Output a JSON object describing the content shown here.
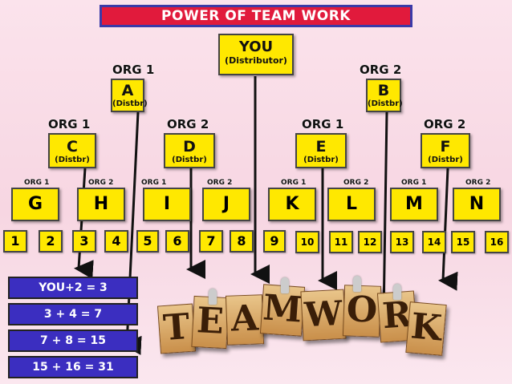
{
  "title": "POWER OF TEAM WORK",
  "top": {
    "label": "YOU",
    "sub": "(Distributor)"
  },
  "level1": [
    {
      "org": "ORG 1",
      "label": "A",
      "sub": "(Distbr)"
    },
    {
      "org": "ORG 2",
      "label": "B",
      "sub": "(Distbr)"
    }
  ],
  "level2": [
    {
      "org": "ORG 1",
      "label": "C",
      "sub": "(Distbr)"
    },
    {
      "org": "ORG 2",
      "label": "D",
      "sub": "(Distbr)"
    },
    {
      "org": "ORG 1",
      "label": "E",
      "sub": "(Distbr)"
    },
    {
      "org": "ORG 2",
      "label": "F",
      "sub": "(Distbr)"
    }
  ],
  "level3": [
    {
      "org": "ORG 1",
      "label": "G"
    },
    {
      "org": "ORG 2",
      "label": "H"
    },
    {
      "org": "ORG 1",
      "label": "I"
    },
    {
      "org": "ORG 2",
      "label": "J"
    },
    {
      "org": "ORG 1",
      "label": "K"
    },
    {
      "org": "ORG 2",
      "label": "L"
    },
    {
      "org": "ORG 1",
      "label": "M"
    },
    {
      "org": "ORG 2",
      "label": "N"
    }
  ],
  "numbers": [
    "1",
    "2",
    "3",
    "4",
    "5",
    "6",
    "7",
    "8",
    "9",
    "10",
    "11",
    "12",
    "13",
    "14",
    "15",
    "16"
  ],
  "equations": [
    "YOU+2 = 3",
    "3 + 4 = 7",
    "7 + 8 = 15",
    "15 + 16 = 31"
  ],
  "teamwork_letters": [
    "T",
    "E",
    "A",
    "M",
    "W",
    "O",
    "R",
    "K"
  ]
}
